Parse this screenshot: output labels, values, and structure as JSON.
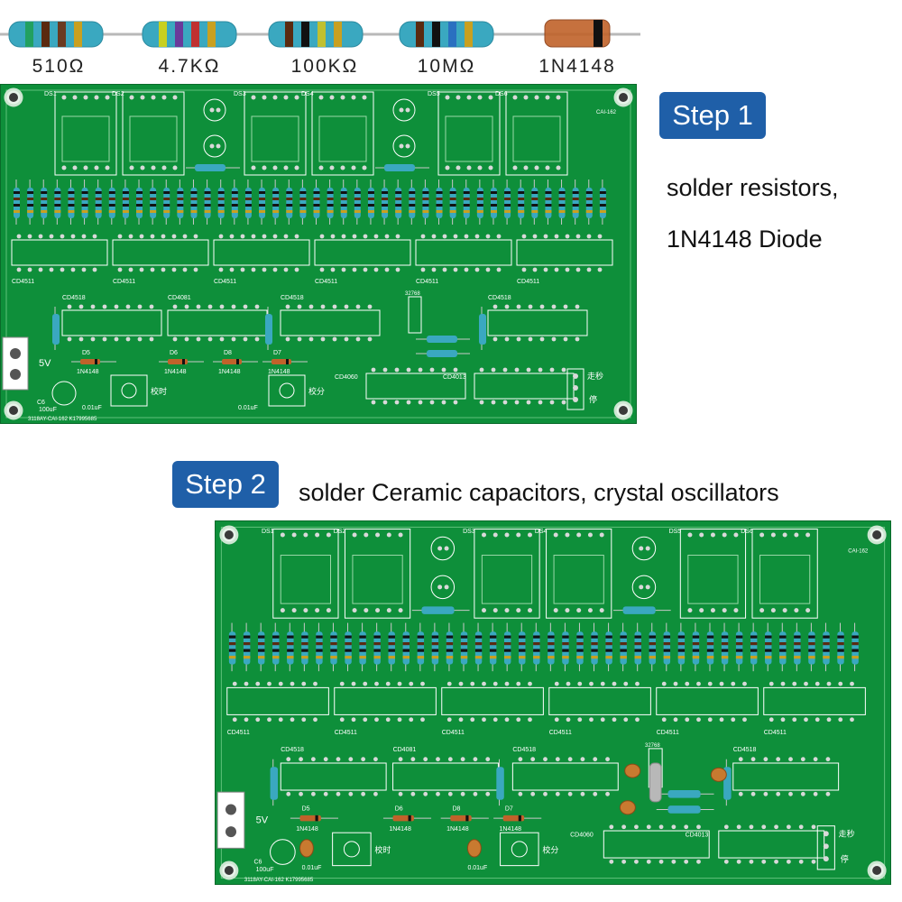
{
  "components": [
    {
      "label": "510Ω",
      "body_color": "#3aa8c0",
      "bands": [
        "#22a060",
        "#5a2a10",
        "#6a3a20",
        "#c9a020"
      ]
    },
    {
      "label": "4.7KΩ",
      "body_color": "#3aa8c0",
      "bands": [
        "#c8d020",
        "#6a3a9a",
        "#c03030",
        "#c9a020"
      ]
    },
    {
      "label": "100KΩ",
      "body_color": "#3aa8c0",
      "bands": [
        "#5a2a10",
        "#111111",
        "#c0c030",
        "#c9a020"
      ]
    },
    {
      "label": "10MΩ",
      "body_color": "#3aa8c0",
      "bands": [
        "#5a2a10",
        "#111111",
        "#2a70c0",
        "#c9a020"
      ]
    },
    {
      "label": "1N4148",
      "body_color": "#c0622a",
      "bands": [
        "#111111"
      ]
    }
  ],
  "step1": {
    "badge": "Step 1",
    "caption_line1": "solder resistors,",
    "caption_line2": "1N4148 Diode"
  },
  "step2": {
    "badge": "Step 2",
    "caption": "solder Ceramic capacitors, crystal oscillators"
  },
  "board": {
    "color": "#0e8f3a",
    "labels": {
      "model": "3118AY-CAI-162",
      "serial": "K17995685",
      "code": "CAI-162",
      "displays": [
        "DS1",
        "DS2",
        "DS3",
        "DS4",
        "DS5",
        "DS6"
      ],
      "chips": [
        "CD4511",
        "CD4511",
        "CD4511",
        "CD4511",
        "CD4511",
        "CD4511"
      ],
      "u8": "CD4518",
      "u7": "CD4081",
      "u9": "CD4518",
      "u10": "CD4518",
      "u11": "CD4060",
      "u12": "CD4013",
      "diodes": [
        "D5",
        "D6",
        "D8",
        "D7"
      ],
      "diode_part": "1N4148",
      "power": "5V",
      "c6": "100uF",
      "c2": "0.01uF",
      "c3": "0.01uF",
      "btn1": "校时",
      "btn2": "校分",
      "sw_run": "走秒",
      "sw_stop": "停",
      "crystal": "32768"
    }
  }
}
